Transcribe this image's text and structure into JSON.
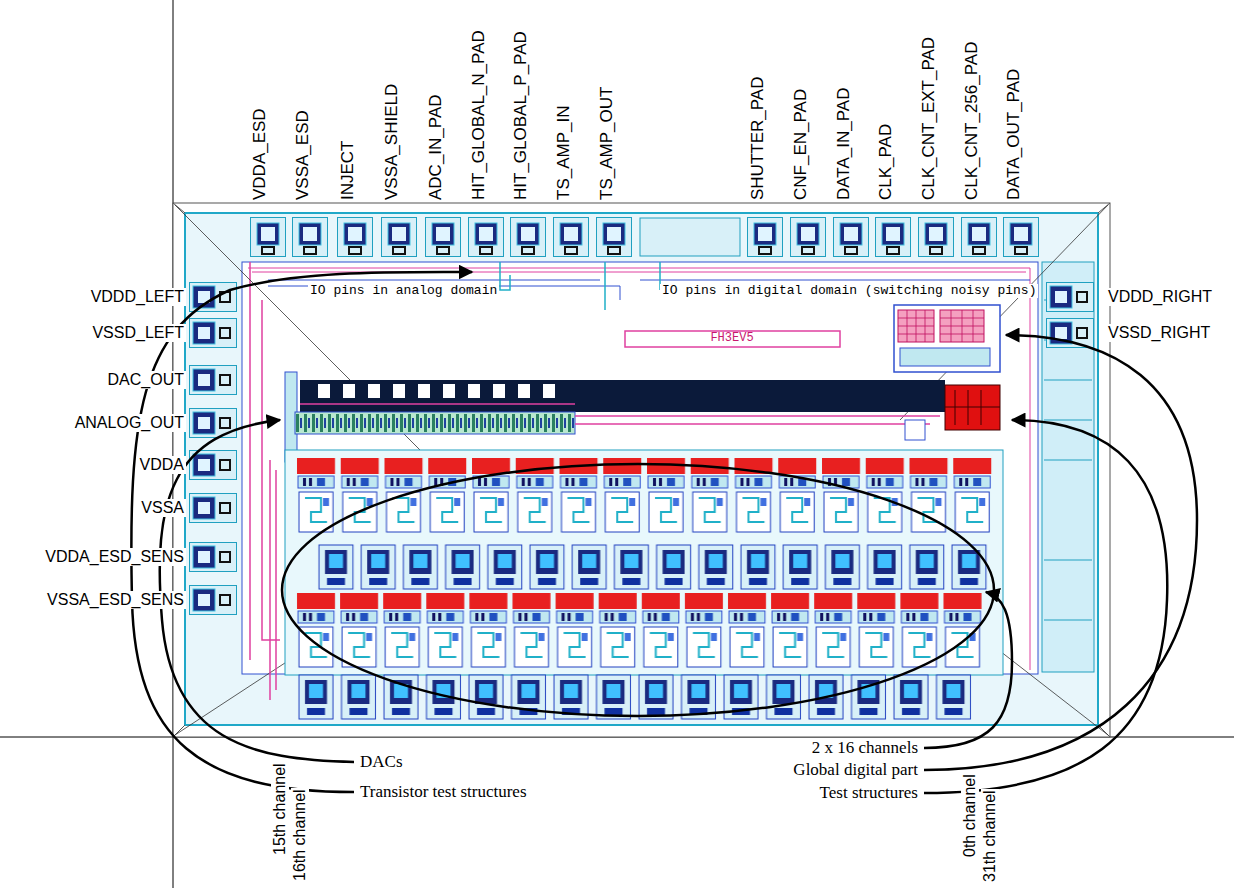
{
  "diagram": {
    "labels": [
      "VDDA_ESD",
      "VSSA_ESD",
      "INJECT",
      "VSSA_SHIELD",
      "ADC_IN_PAD",
      "HIT_GLOBAL_N_PAD",
      "HIT_GLOBAL_P_PAD",
      "TS_AMP_IN",
      "TS_AMP_OUT",
      "SHUTTER_PAD",
      "CNF_EN_PAD",
      "DATA_IN_PAD",
      "CLK_PAD",
      "CLK_CNT_EXT_PAD",
      "CLK_CNT_256_PAD",
      "DATA_OUT_PAD",
      "VDDD_LEFT",
      "VSSD_LEFT",
      "DAC_OUT",
      "ANALOG_OUT",
      "VDDA",
      "VSSA",
      "VDDA_ESD_SENS",
      "VSSA_ESD_SENS",
      "VDDD_RIGHT",
      "VSSD_RIGHT",
      "IO pins in analog domain",
      "IO pins in digital domain (switching noisy pins)",
      "FH3EV5",
      "15th channel",
      "16th channel",
      "DACs",
      "Transistor test structures",
      "2 x 16 channels",
      "Global digital part",
      "Test structures",
      "0th channel",
      "31th channel"
    ]
  }
}
